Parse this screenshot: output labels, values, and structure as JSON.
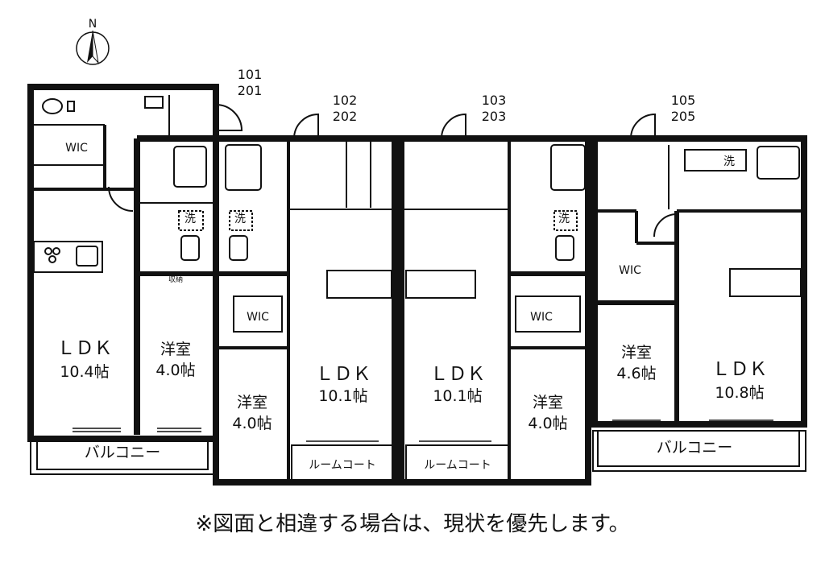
{
  "north_label": "N",
  "unit_labels": [
    {
      "line1": "101",
      "line2": "201"
    },
    {
      "line1": "102",
      "line2": "202"
    },
    {
      "line1": "103",
      "line2": "203"
    },
    {
      "line1": "105",
      "line2": "205"
    }
  ],
  "rooms": {
    "u101": {
      "wic": "WIC",
      "wash": "洗",
      "ldk": "ＬＤＫ",
      "ldk_size": "10.4帖",
      "storage": "収納",
      "bedroom": "洋室",
      "bedroom_size": "4.0帖",
      "balcony": "バルコニー"
    },
    "u102": {
      "wash": "洗",
      "wic": "WIC",
      "bedroom": "洋室",
      "bedroom_size": "4.0帖",
      "ldk": "ＬＤＫ",
      "ldk_size": "10.1帖",
      "room_coat": "ルームコート"
    },
    "u103": {
      "room_coat": "ルームコート",
      "ldk": "ＬＤＫ",
      "ldk_size": "10.1帖",
      "wash": "洗",
      "wic": "WIC",
      "bedroom": "洋室",
      "bedroom_size": "4.0帖"
    },
    "u105": {
      "wash": "洗",
      "wic": "WIC",
      "bedroom": "洋室",
      "bedroom_size": "4.6帖",
      "ldk": "ＬＤＫ",
      "ldk_size": "10.8帖",
      "balcony": "バルコニー"
    }
  },
  "footnote": "※図面と相違する場合は、現状を優先します。"
}
